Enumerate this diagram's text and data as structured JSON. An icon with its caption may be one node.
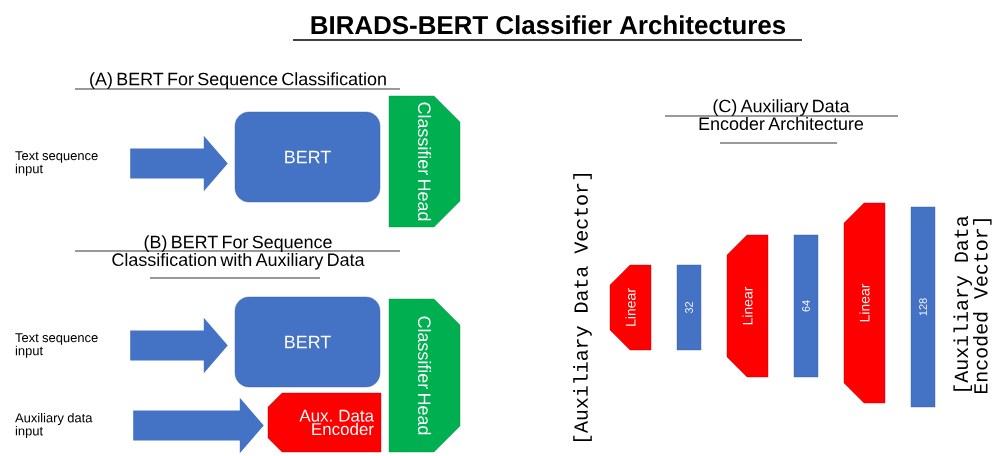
{
  "diagram": {
    "title": "BIRADS-BERT Classifier Architectures",
    "nodes": [
      {
        "text": [
          "Text sequence input"
        ]
      },
      {
        "text": [
          "BERT"
        ]
      },
      {
        "text": [
          "Classifier Head"
        ]
      },
      {
        "text": [
          "Text sequence input"
        ]
      },
      {
        "text": [
          "BERT"
        ]
      },
      {
        "text": [
          "Aux. Data Encoder"
        ]
      },
      {
        "text": [
          "Classifier Head"
        ]
      },
      {
        "text": [
          "Auxiliary data input"
        ]
      },
      {
        "text": [
          "[Auxiliary Data Vector]"
        ]
      },
      {
        "text": [
          "Linear"
        ]
      },
      {
        "text": [
          "32"
        ]
      },
      {
        "text": [
          "Linear"
        ]
      },
      {
        "text": [
          "64"
        ]
      },
      {
        "text": [
          "Linear"
        ]
      },
      {
        "text": [
          "128"
        ]
      },
      {
        "text": [
          "[Auxiliary Data Encoded Vector]"
        ]
      }
    ],
    "edges": [
      {
        "from": 0,
        "to": 1,
        "arrow": "to"
      },
      {
        "from": 3,
        "to": 4,
        "arrow": "to"
      },
      {
        "from": 7,
        "to": 5,
        "arrow": "to"
      }
    ],
    "labels": [
      "(A) BERT For Sequence Classification",
      "(B) BERT For Sequence Classification with Auxiliary Data",
      "(C) Auxiliary Data Encoder Architecture"
    ]
  }
}
